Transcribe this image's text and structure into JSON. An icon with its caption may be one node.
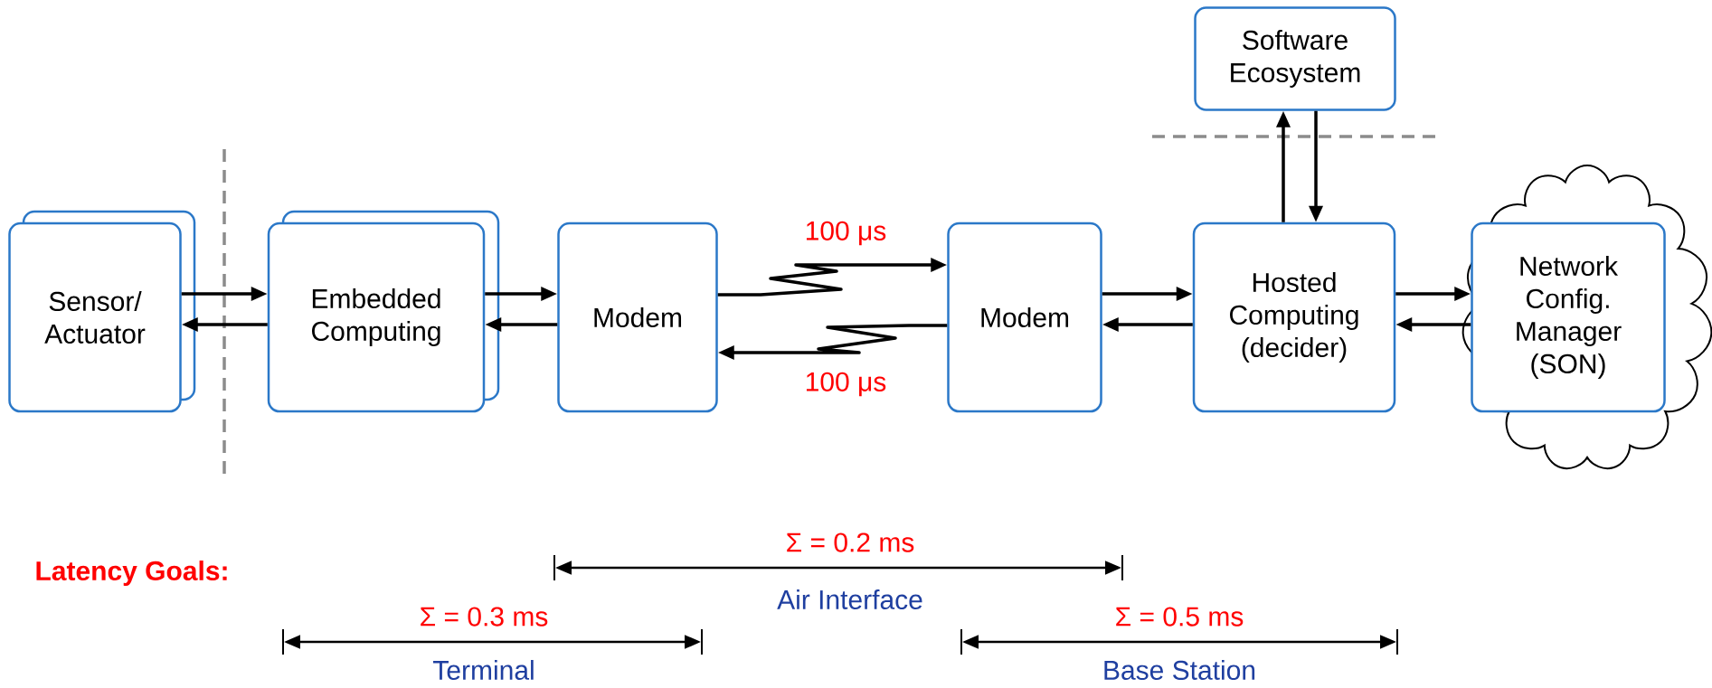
{
  "diagram": {
    "nodes": [
      {
        "text": [
          "Sensor/ Actuator"
        ]
      },
      {
        "text": [
          "Embedded Computing"
        ]
      },
      {
        "text": [
          "Modem"
        ]
      },
      {
        "text": [
          "Modem"
        ]
      },
      {
        "text": [
          "Hosted Computing (decider)"
        ]
      },
      {
        "text": [
          "Software Ecosystem"
        ]
      },
      {
        "text": [],
        "shape": "cloud"
      },
      {
        "text": [
          "Network Config. Manager (SON)"
        ],
        "in": 6
      }
    ],
    "edges": [
      {
        "from": 0,
        "to": 1,
        "arrow": "to"
      },
      {
        "from": 1,
        "to": 0,
        "arrow": "to"
      },
      {
        "from": 1,
        "to": 2,
        "arrow": "to"
      },
      {
        "from": 2,
        "to": 1,
        "arrow": "to"
      },
      {
        "from": 2,
        "to": 3,
        "arrow": "to",
        "label": "100 μs"
      },
      {
        "from": 3,
        "to": 2,
        "arrow": "to",
        "label": "100 μs"
      },
      {
        "from": 3,
        "to": 4,
        "arrow": "to"
      },
      {
        "from": 4,
        "to": 3,
        "arrow": "to"
      },
      {
        "from": 4,
        "to": 5,
        "arrow": "to"
      },
      {
        "from": 5,
        "to": 4,
        "arrow": "to"
      },
      {
        "from": 4,
        "to": 7,
        "arrow": "to"
      },
      {
        "from": 7,
        "to": 4,
        "arrow": "to"
      }
    ],
    "labels": [
      "Σ = 0.2 ms",
      "Latency Goals:",
      "Air Interface",
      "Σ = 0.3 ms",
      "Σ = 0.5 ms",
      "Terminal",
      "Base Station"
    ]
  }
}
